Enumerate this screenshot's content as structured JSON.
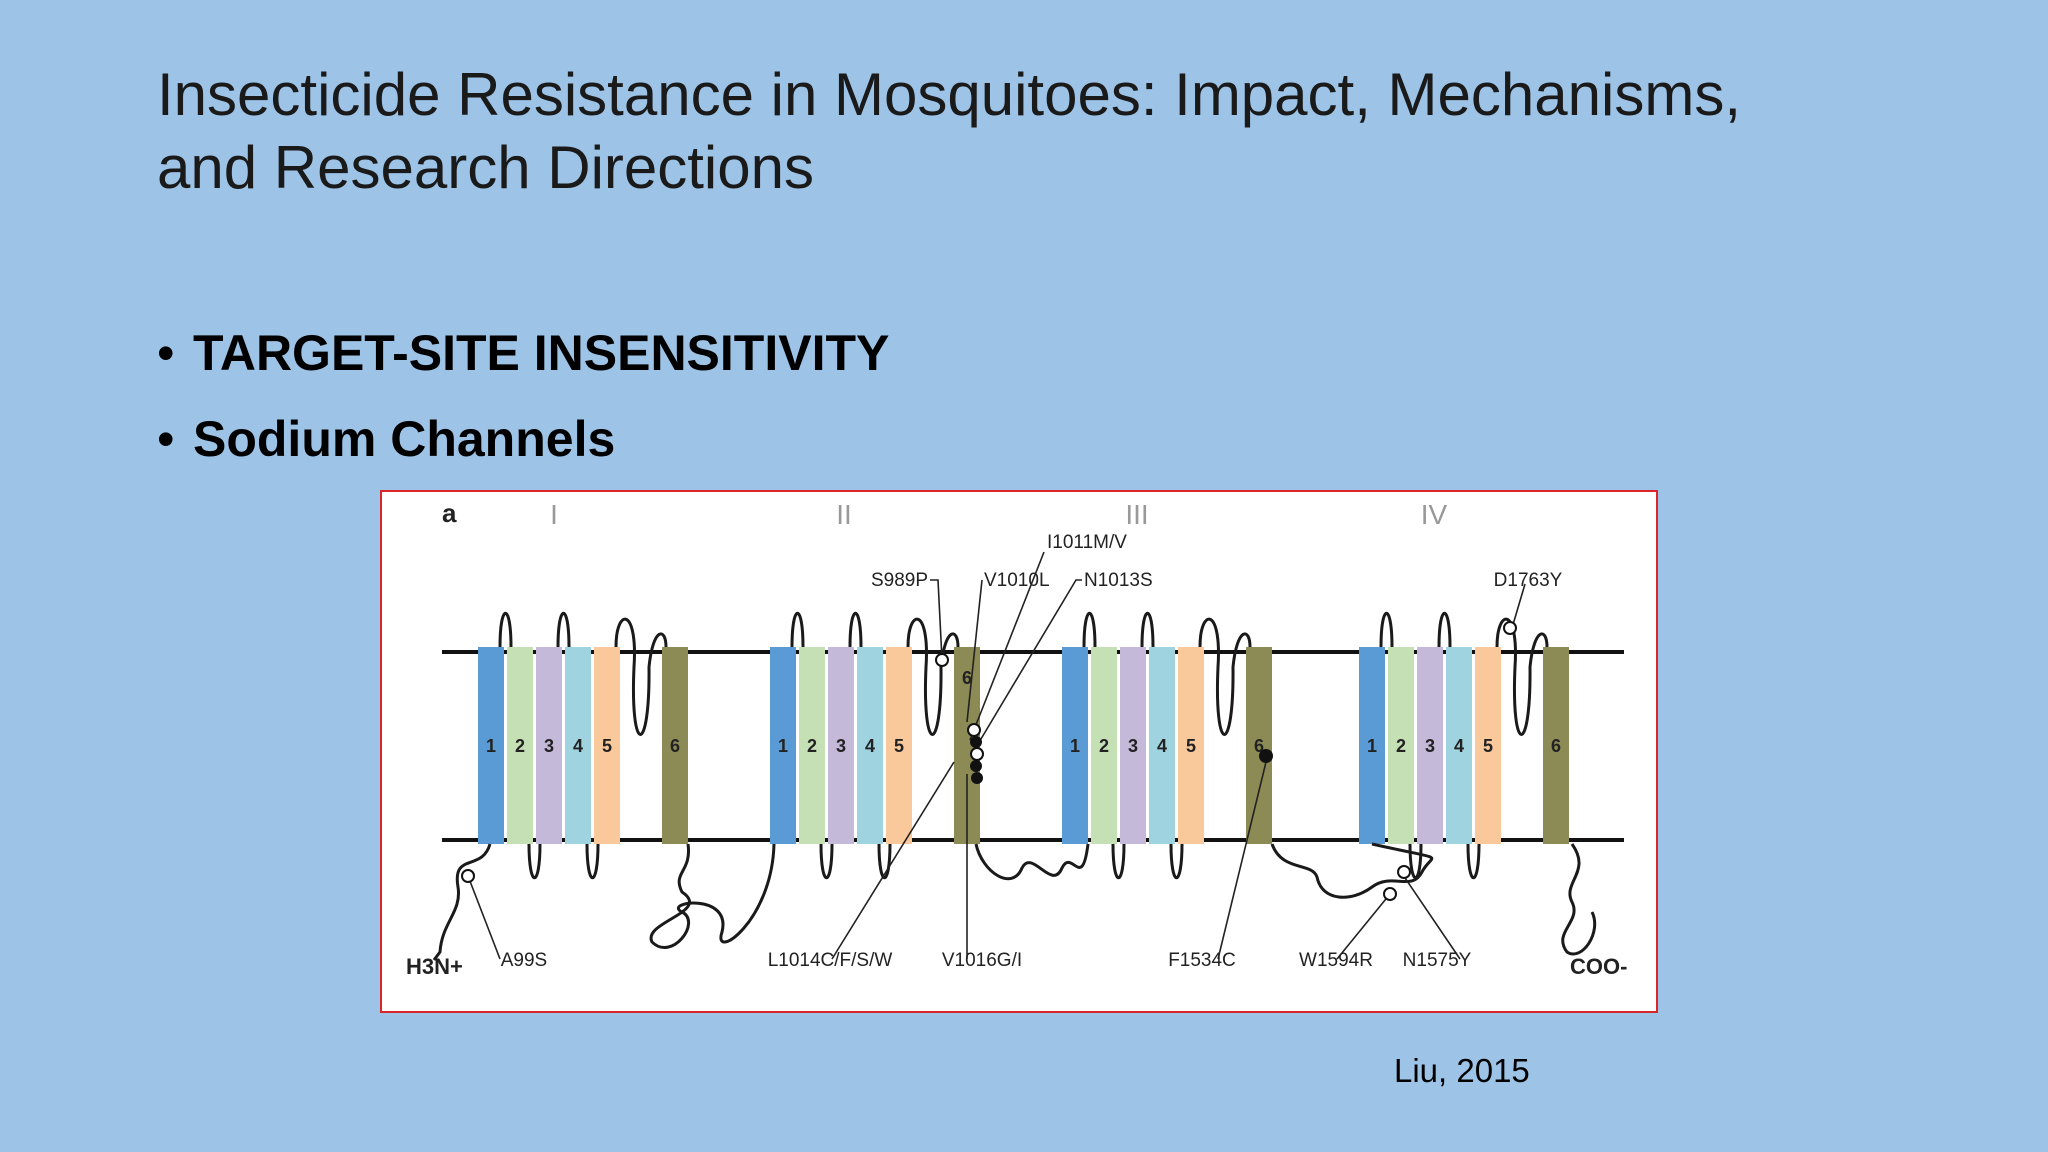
{
  "slide": {
    "title": "Insecticide Resistance in Mosquitoes: Impact, Mechanisms, and Research Directions",
    "bullets": [
      {
        "text": "TARGET-SITE INSENSITIVITY"
      },
      {
        "text": "Sodium Channels"
      }
    ],
    "citation": "Liu, 2015"
  },
  "figure": {
    "panel_label": "a",
    "domains": [
      {
        "numeral": "I"
      },
      {
        "numeral": "II"
      },
      {
        "numeral": "III"
      },
      {
        "numeral": "IV"
      }
    ],
    "segment_labels": [
      "1",
      "2",
      "3",
      "4",
      "5",
      "6"
    ],
    "segment_colors": [
      "#5b9bd5",
      "#c5e0b4",
      "#c5b9d9",
      "#9fd3e0",
      "#f9c89b",
      "#8c8a55"
    ],
    "termini": {
      "n_term": "H3N+",
      "c_term": "COO-"
    },
    "mutations": {
      "m1": "A99S",
      "m2": "S989P",
      "m3": "V1010L",
      "m4": "I1011M/V",
      "m5": "N1013S",
      "m6": "L1014C/F/S/W",
      "m7": "V1016G/I",
      "m8": "F1534C",
      "m9": "W1594R",
      "m10": "N1575Y",
      "m11": "D1763Y"
    }
  }
}
